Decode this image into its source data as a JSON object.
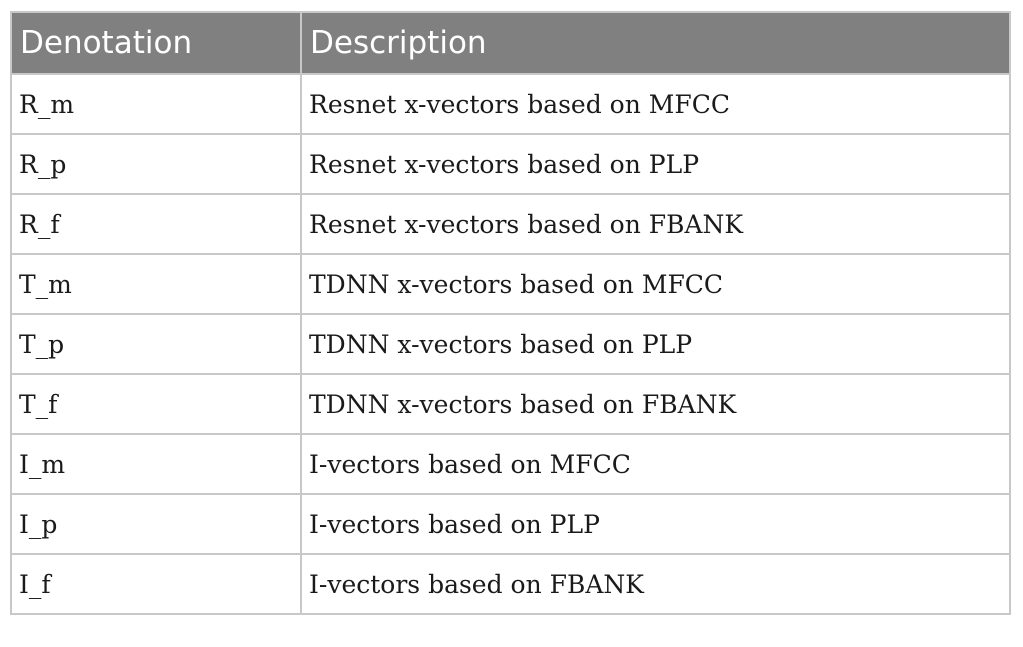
{
  "table": {
    "headers": [
      "Denotation",
      "Description"
    ],
    "rows": [
      [
        "R_m",
        "Resnet x-vectors based on MFCC"
      ],
      [
        "R_p",
        "Resnet x-vectors based on PLP"
      ],
      [
        "R_f",
        "Resnet x-vectors based on FBANK"
      ],
      [
        "T_m",
        "TDNN x-vectors based on MFCC"
      ],
      [
        "T_p",
        "TDNN x-vectors based on PLP"
      ],
      [
        "T_f",
        "TDNN x-vectors based on FBANK"
      ],
      [
        "I_m",
        "I-vectors based on MFCC"
      ],
      [
        "I_p",
        "I-vectors based on PLP"
      ],
      [
        "I_f",
        "I-vectors based on FBANK"
      ]
    ]
  },
  "colors": {
    "header_bg": "#808080",
    "header_text": "#ffffff",
    "border": "#c8c8c8",
    "cell_text": "#1a1a1a"
  }
}
